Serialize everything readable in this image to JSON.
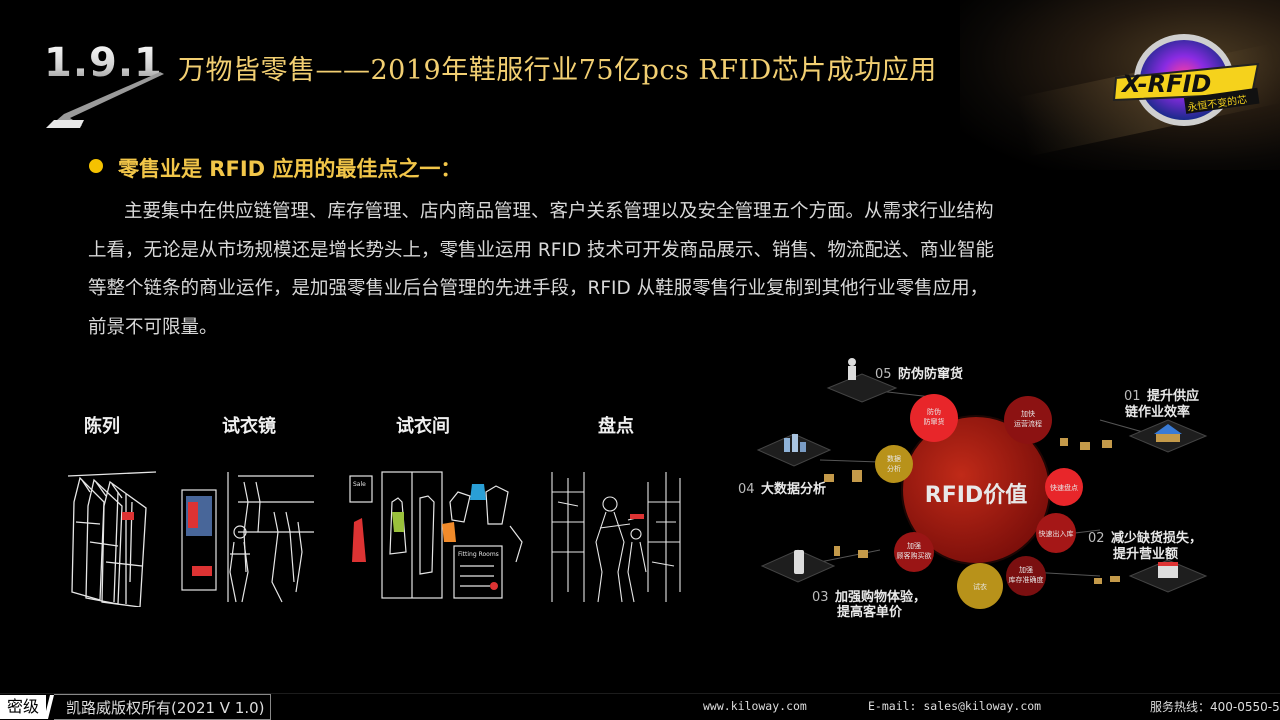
{
  "header": {
    "section_number": "1.9.1",
    "title": "万物皆零售——2019年鞋服行业75亿pcs RFID芯片成功应用"
  },
  "logo": {
    "brand": "X-RFID",
    "slogan": "永恒不变的芯"
  },
  "bullet": {
    "heading": "零售业是 RFID 应用的最佳点之一：",
    "paragraph_lines": [
      "主要集中在供应链管理、库存管理、店内商品管理、客户关系管理以及安全管理五个方面。从需求行业结构",
      "上看，无论是从市场规模还是增长势头上，零售业运用 RFID 技术可开发商品展示、销售、物流配送、商业智能",
      "等整个链条的商业运作，是加强零售业后台管理的先进手段，RFID 从鞋服零售行业复制到其他行业零售应用，",
      "前景不可限量。"
    ]
  },
  "scenes": [
    {
      "label": "陈列"
    },
    {
      "label": "试衣镜"
    },
    {
      "label": "试衣间"
    },
    {
      "label": "盘点"
    }
  ],
  "diagram": {
    "center": "RFID价值",
    "outer_items": [
      {
        "num": "01",
        "line1": "提升供应",
        "line2": "链作业效率"
      },
      {
        "num": "02",
        "line1": "减少缺货损失，",
        "line2": "提升营业额"
      },
      {
        "num": "03",
        "line1": "加强购物体验，",
        "line2": "提高客单价"
      },
      {
        "num": "04",
        "line1": "大数据分析",
        "line2": ""
      },
      {
        "num": "05",
        "line1": "防伪防窜货",
        "line2": ""
      }
    ],
    "small_circles": [
      {
        "l1": "防伪",
        "l2": "防窜货",
        "color": "#e8262a"
      },
      {
        "l1": "加快",
        "l2": "运营流程",
        "color": "#8c1212"
      },
      {
        "l1": "快速盘点",
        "l2": "",
        "color": "#e8262a"
      },
      {
        "l1": "快速出入库",
        "l2": "",
        "color": "#a51717"
      },
      {
        "l1": "加强",
        "l2": "库存准确度",
        "color": "#7a0f10"
      },
      {
        "l1": "试衣",
        "l2": "",
        "color": "#b8921a"
      },
      {
        "l1": "加强",
        "l2": "顾客购买欲",
        "color": "#9a1515"
      },
      {
        "l1": "数据",
        "l2": "分析",
        "color": "#b8921a"
      }
    ]
  },
  "footer": {
    "secret": "密级",
    "copyright": "凯路威版权所有(2021 V 1.0)",
    "website": "www.kiloway.com",
    "email": "E-mail: sales@kiloway.com",
    "hotline": "服务热线：400-0550-5"
  }
}
